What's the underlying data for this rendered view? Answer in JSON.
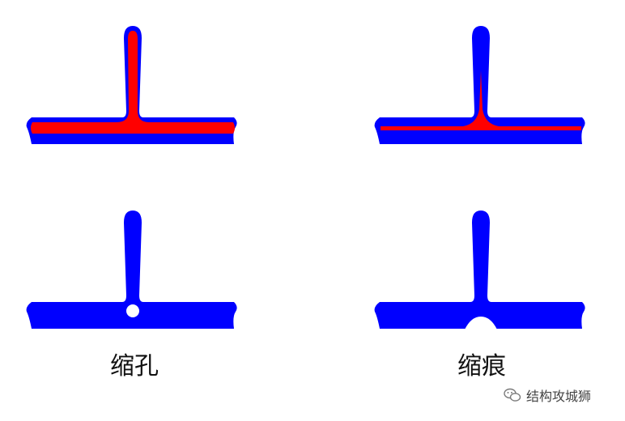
{
  "colors": {
    "fluid": "#ff0000",
    "solid": "#0000ff",
    "cavity": "#ffffff",
    "background": "#ffffff",
    "watermark": "#7a7a7a"
  },
  "captions": {
    "left": "缩孔",
    "right": "缩痕"
  },
  "watermark": {
    "icon": "wechat-icon",
    "text": "结构攻城狮"
  }
}
